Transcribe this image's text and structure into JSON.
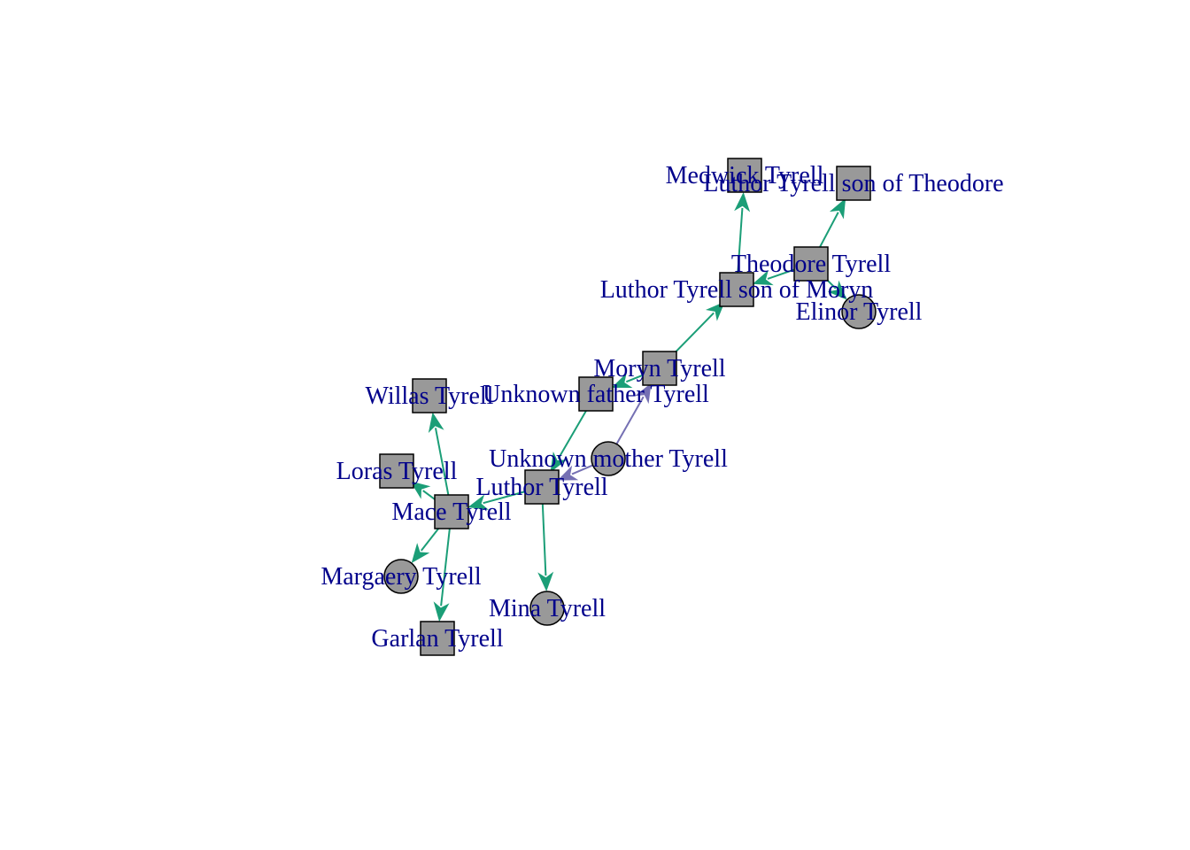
{
  "colors": {
    "background": "#ffffff",
    "node_fill": "#999999",
    "node_stroke": "#000000",
    "label": "#00008b",
    "edge_father": "#1b9e77",
    "edge_mother": "#7570b3"
  },
  "nodes": [
    {
      "id": "medwick",
      "label": "Medwick Tyrell",
      "shape": "square"
    },
    {
      "id": "luthor_theo",
      "label": "Luthor Tyrell son of Theodore",
      "shape": "square"
    },
    {
      "id": "theodore",
      "label": "Theodore Tyrell",
      "shape": "square"
    },
    {
      "id": "luthor_moryn",
      "label": "Luthor Tyrell son of Moryn",
      "shape": "square"
    },
    {
      "id": "elinor",
      "label": "Elinor Tyrell",
      "shape": "circle"
    },
    {
      "id": "moryn",
      "label": "Moryn Tyrell",
      "shape": "square"
    },
    {
      "id": "unknown_father",
      "label": "Unknown father Tyrell",
      "shape": "square"
    },
    {
      "id": "willas",
      "label": "Willas Tyrell",
      "shape": "square"
    },
    {
      "id": "unknown_mother",
      "label": "Unknown mother Tyrell",
      "shape": "circle"
    },
    {
      "id": "loras",
      "label": "Loras Tyrell",
      "shape": "square"
    },
    {
      "id": "luthor",
      "label": "Luthor Tyrell",
      "shape": "square"
    },
    {
      "id": "mace",
      "label": "Mace Tyrell",
      "shape": "square"
    },
    {
      "id": "margaery",
      "label": "Margaery Tyrell",
      "shape": "circle"
    },
    {
      "id": "mina",
      "label": "Mina Tyrell",
      "shape": "circle"
    },
    {
      "id": "garlan",
      "label": "Garlan Tyrell",
      "shape": "square"
    }
  ],
  "edges": [
    {
      "from": "luthor_moryn",
      "to": "medwick",
      "type": "father"
    },
    {
      "from": "theodore",
      "to": "luthor_theo",
      "type": "father"
    },
    {
      "from": "theodore",
      "to": "luthor_moryn",
      "type": "father"
    },
    {
      "from": "theodore",
      "to": "elinor",
      "type": "father"
    },
    {
      "from": "moryn",
      "to": "luthor_moryn",
      "type": "father"
    },
    {
      "from": "moryn",
      "to": "unknown_father",
      "type": "father"
    },
    {
      "from": "unknown_mother",
      "to": "moryn",
      "type": "mother"
    },
    {
      "from": "unknown_father",
      "to": "luthor",
      "type": "father"
    },
    {
      "from": "unknown_mother",
      "to": "luthor",
      "type": "mother"
    },
    {
      "from": "luthor",
      "to": "mace",
      "type": "father"
    },
    {
      "from": "luthor",
      "to": "mina",
      "type": "father"
    },
    {
      "from": "mace",
      "to": "willas",
      "type": "father"
    },
    {
      "from": "mace",
      "to": "loras",
      "type": "father"
    },
    {
      "from": "mace",
      "to": "margaery",
      "type": "father"
    },
    {
      "from": "mace",
      "to": "garlan",
      "type": "father"
    }
  ]
}
